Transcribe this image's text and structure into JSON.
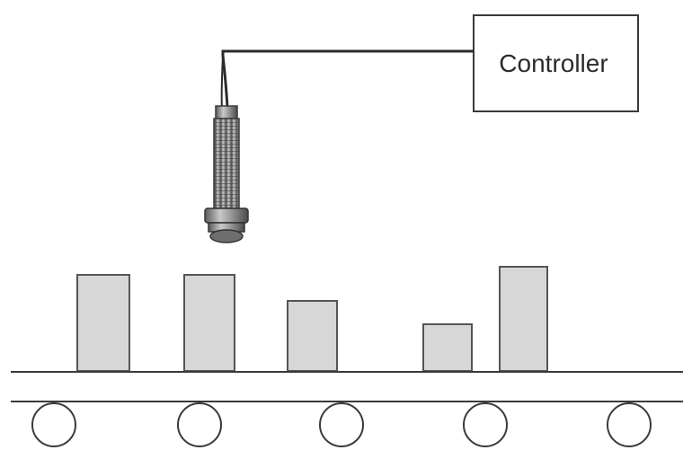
{
  "controller": {
    "label": "Controller"
  },
  "colors": {
    "stroke": "#3a3a3a",
    "box_fill": "#d7d7d7",
    "box_stroke": "#555555",
    "sensor_body": "#8a8a8a",
    "background": "#ffffff"
  },
  "objects": [
    {
      "name": "object-1"
    },
    {
      "name": "object-2"
    },
    {
      "name": "object-3"
    },
    {
      "name": "object-4"
    },
    {
      "name": "object-5"
    }
  ],
  "rollers": [
    {
      "name": "roller-1"
    },
    {
      "name": "roller-2"
    },
    {
      "name": "roller-3"
    },
    {
      "name": "roller-4"
    },
    {
      "name": "roller-5"
    }
  ],
  "icons": {
    "sensor": "proximity-sensor-icon",
    "cable": "cable-line",
    "conveyor": "conveyor-belt"
  }
}
